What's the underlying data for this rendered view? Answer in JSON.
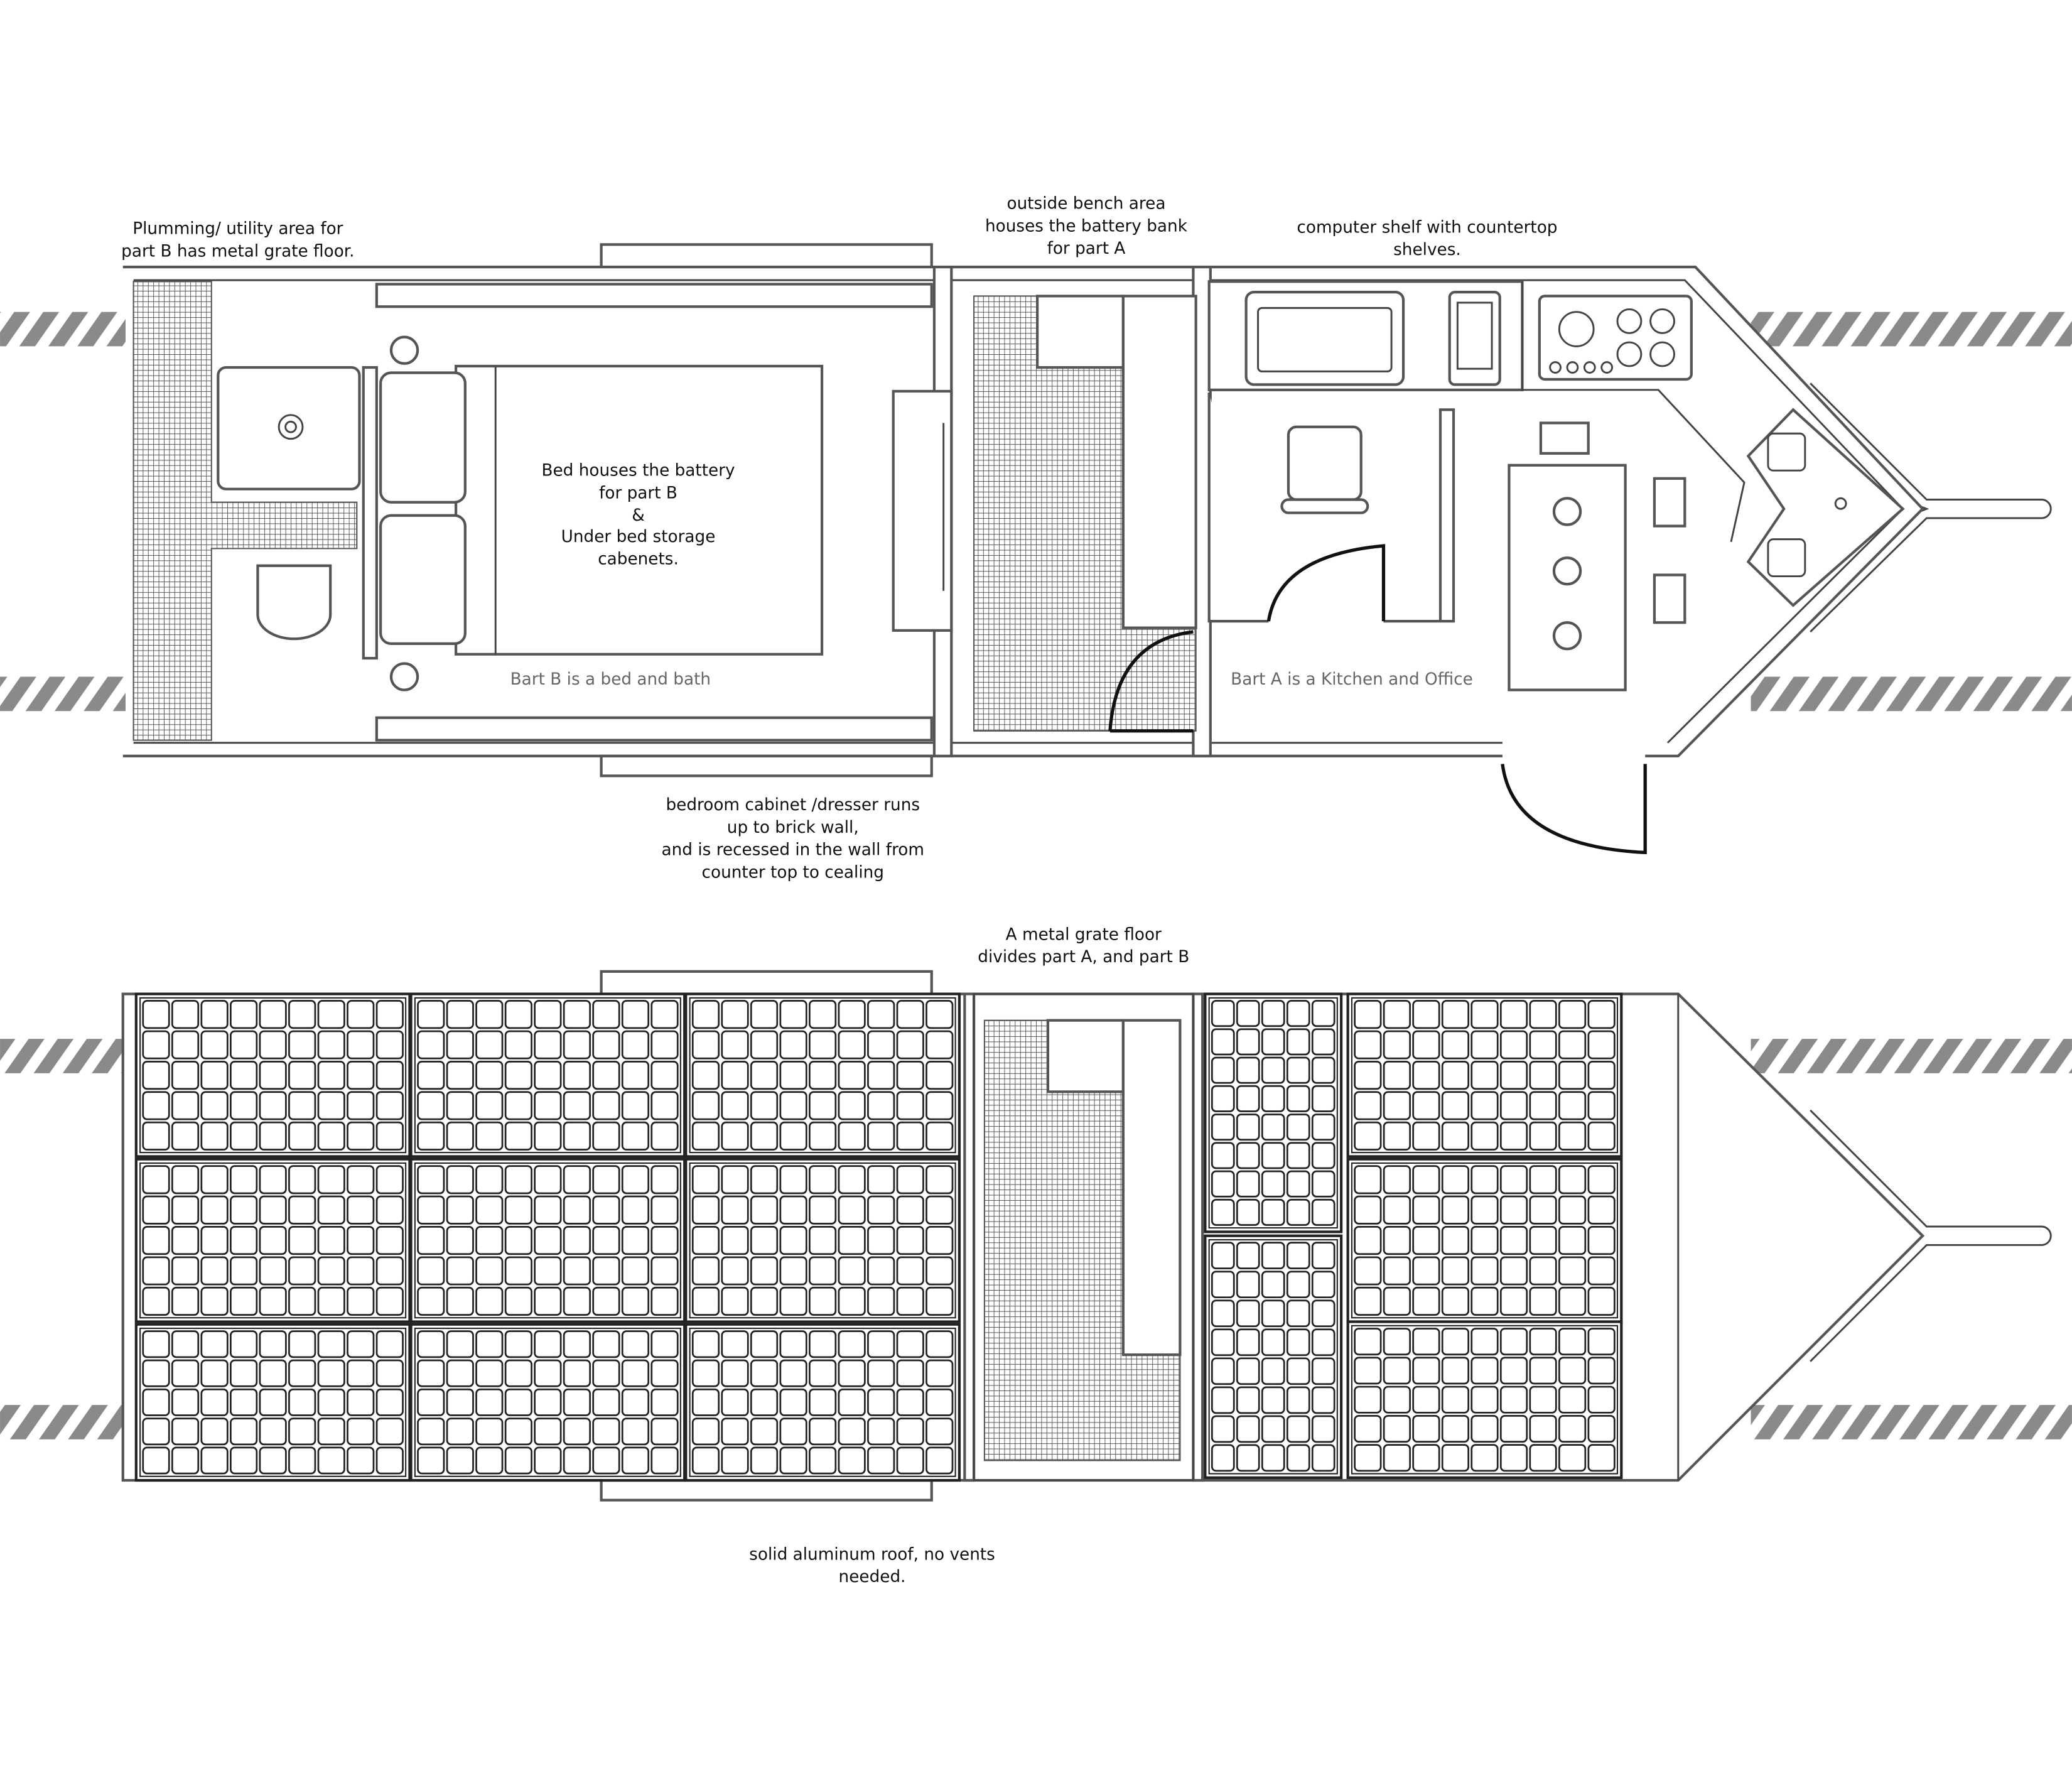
{
  "labels": {
    "plumbing": [
      "Plumming/ utility area for",
      "part B has metal grate floor."
    ],
    "bench": [
      "outside bench area",
      "houses the battery bank",
      "for part A"
    ],
    "computer": [
      "computer shelf with countertop",
      "shelves."
    ],
    "bed": [
      "Bed houses the battery",
      "for part B",
      "&",
      "Under bed storage",
      "cabenets."
    ],
    "part_b": [
      "Bart B is a bed and bath"
    ],
    "part_a": [
      "Bart A is a Kitchen and Office"
    ],
    "cabinet": [
      "bedroom cabinet /dresser runs",
      "up to brick wall,",
      "and is recessed in the wall from",
      "counter top to cealing"
    ],
    "grate": [
      "A metal grate floor",
      "divides part A, and part B"
    ],
    "roof": [
      "solid aluminum roof, no vents",
      "needed."
    ]
  },
  "colors": {
    "line": "#555555",
    "stripe": "#8a8a8a",
    "text_gray": "#666666"
  }
}
